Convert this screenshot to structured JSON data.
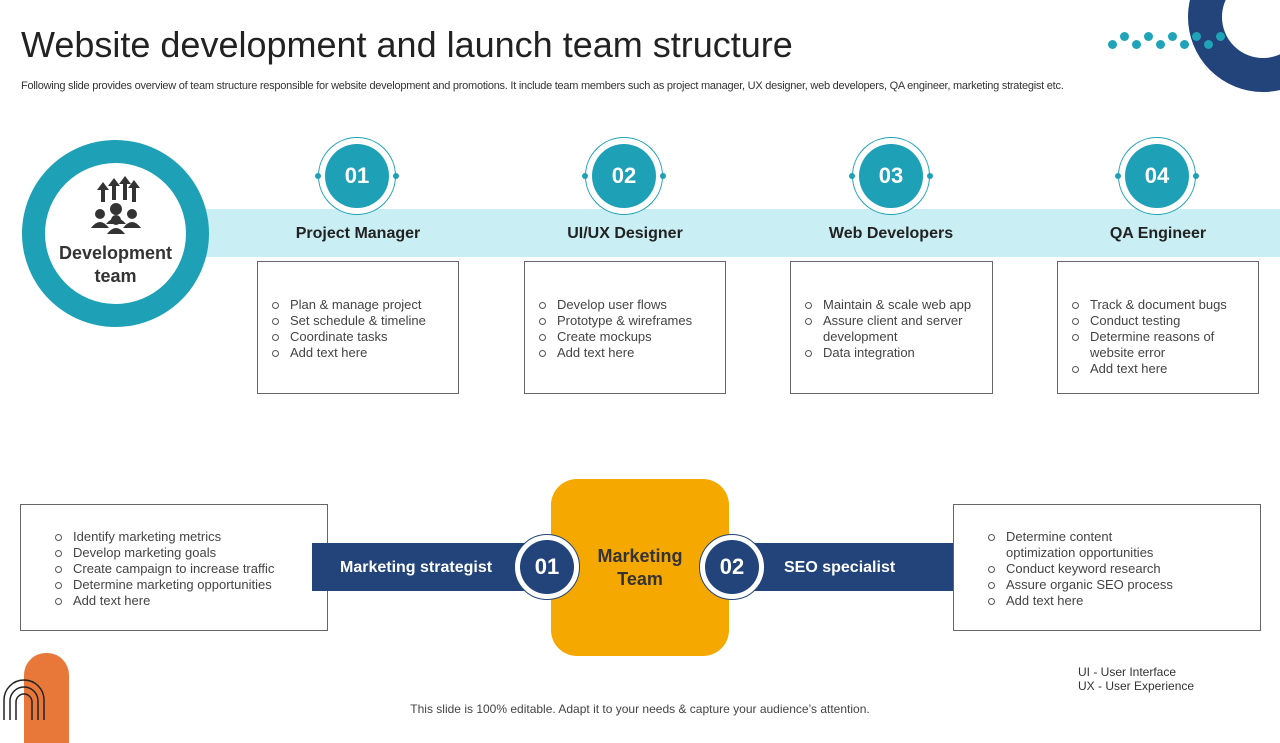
{
  "title": "Website development and launch team structure",
  "subtitle": "Following slide provides overview of team structure responsible for website development and promotions. It include team members such as project manager, UX designer, web developers, QA engineer, marketing strategist etc.",
  "colors": {
    "teal": "#1ea1b6",
    "navy": "#22447a",
    "amber": "#f5a800",
    "band": "#c9eef3",
    "orange": "#e8773a"
  },
  "development": {
    "label_line1": "Development",
    "label_line2": "team",
    "icon": "team-growth-icon",
    "roles": [
      {
        "number": "01",
        "title": "Project Manager",
        "items": [
          "Plan & manage project",
          "Set schedule & timeline",
          "Coordinate tasks",
          "Add text here"
        ]
      },
      {
        "number": "02",
        "title": "UI/UX Designer",
        "items": [
          "Develop user flows",
          "Prototype & wireframes",
          "Create mockups",
          "Add text here"
        ]
      },
      {
        "number": "03",
        "title": "Web Developers",
        "items": [
          "Maintain & scale web app",
          "Assure client and server",
          "development",
          "Data integration"
        ]
      },
      {
        "number": "04",
        "title": "QA Engineer",
        "items": [
          "Track & document bugs",
          "Conduct testing",
          "Determine reasons of",
          "website error",
          "Add text here"
        ]
      }
    ]
  },
  "marketing": {
    "label_line1": "Marketing",
    "label_line2": "Team",
    "roles": [
      {
        "number": "01",
        "title": "Marketing strategist",
        "items": [
          "Identify marketing metrics",
          "Develop marketing goals",
          "Create campaign to increase traffic",
          "Determine marketing opportunities",
          "Add text here"
        ]
      },
      {
        "number": "02",
        "title": "SEO specialist",
        "items": [
          "Determine content",
          "optimization opportunities",
          "Conduct keyword research",
          "Assure organic SEO process",
          "Add text here"
        ]
      }
    ]
  },
  "legend": {
    "line1": "UI - User Interface",
    "line2": "UX - User Experience"
  },
  "footer": "This slide is 100% editable. Adapt it to your needs & capture your audience’s attention."
}
